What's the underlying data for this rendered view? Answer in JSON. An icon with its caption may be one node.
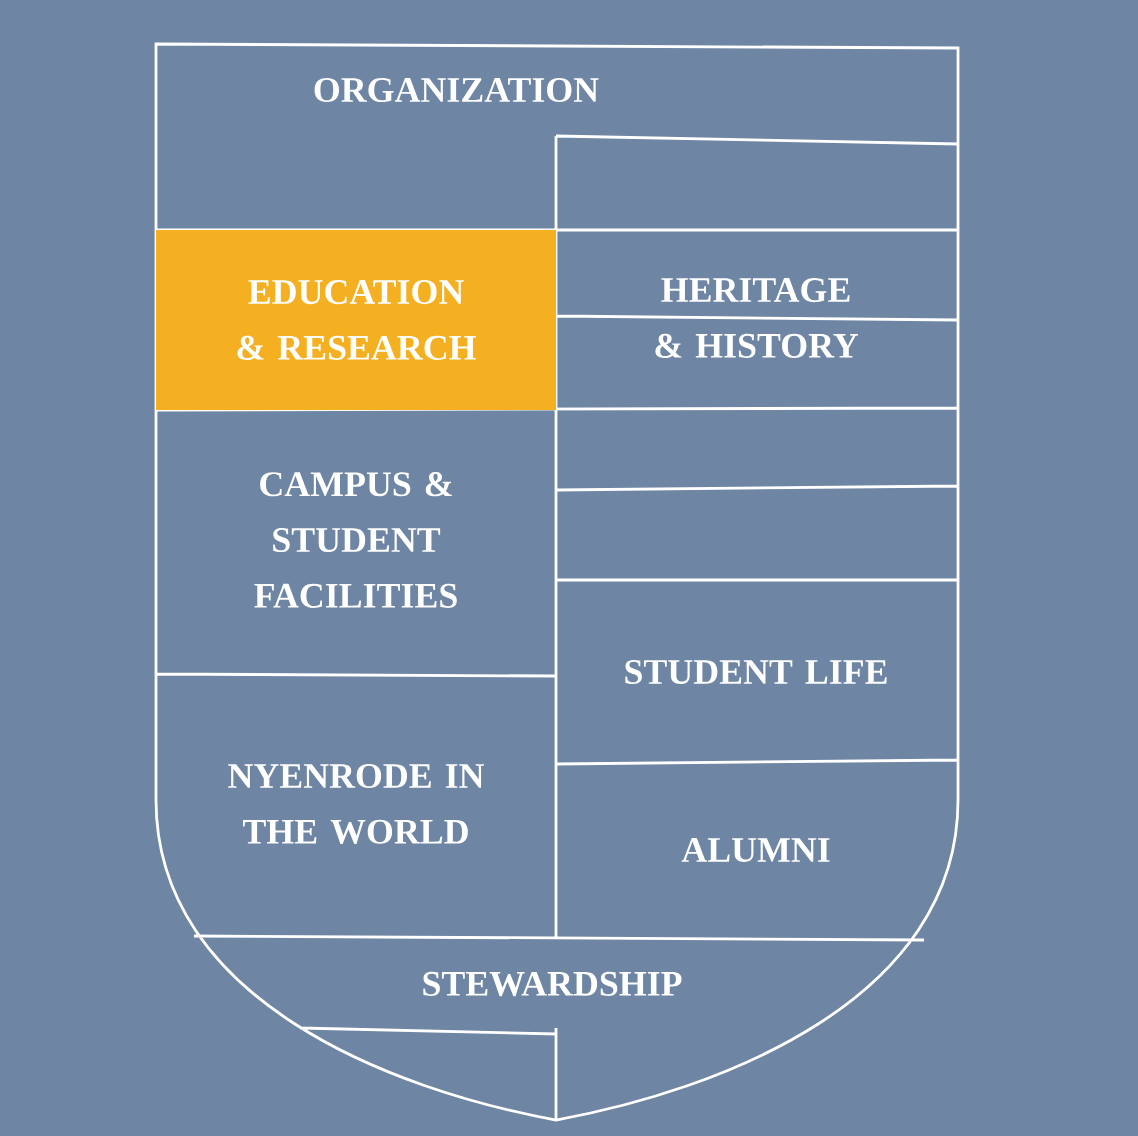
{
  "diagram": {
    "nodes": [
      {
        "text": [
          "ORGANIZATION"
        ]
      },
      {
        "text": [
          "EDUCATION & RESEARCH"
        ]
      },
      {
        "text": [
          "HERITAGE & HISTORY"
        ]
      },
      {
        "text": [
          "CAMPUS & STUDENT FACILITIES"
        ]
      },
      {
        "text": [
          "STUDENT LIFE"
        ]
      },
      {
        "text": [
          "NYENRODE IN THE WORLD"
        ]
      },
      {
        "text": [
          "ALUMNI"
        ]
      },
      {
        "text": [
          "STEWARDSHIP"
        ]
      }
    ]
  }
}
